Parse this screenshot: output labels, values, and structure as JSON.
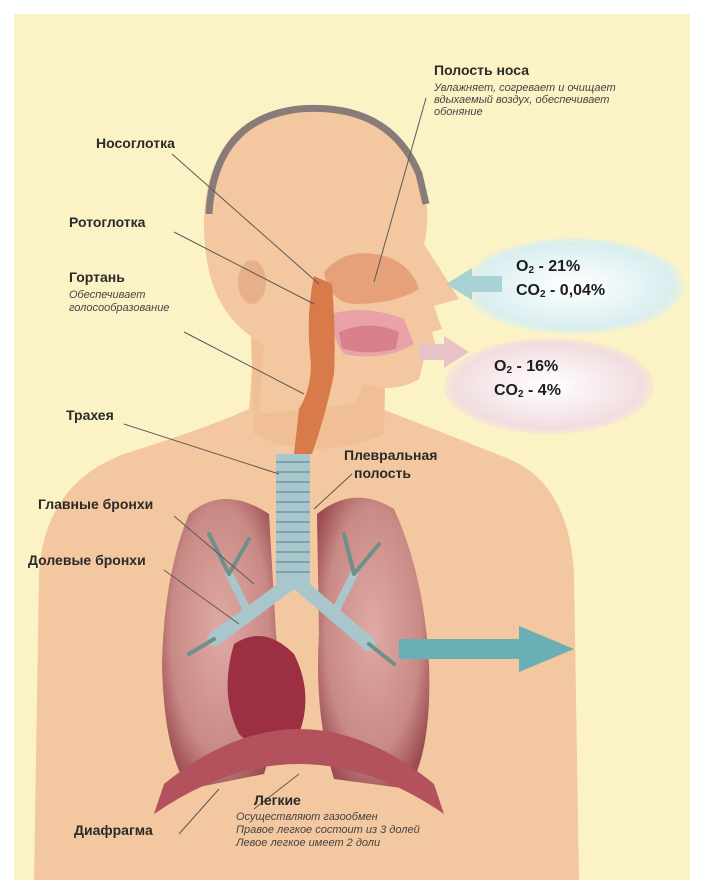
{
  "labels": {
    "nasal_cavity": {
      "title": "Полость носа",
      "desc": [
        "Увлажняет, согревает и очищает",
        "вдыхаемый воздух, обеспечивает",
        "обоняние"
      ]
    },
    "nasopharynx": "Носоглотка",
    "oropharynx": "Ротоглотка",
    "larynx": {
      "title": "Гортань",
      "desc": [
        "Обеспечивает",
        "голосообразование"
      ]
    },
    "trachea": "Трахея",
    "pleural_cavity": [
      "Плевральная",
      "полость"
    ],
    "main_bronchi": "Главные бронхи",
    "lobar_bronchi": "Долевые бронхи",
    "lungs": {
      "title": "Легкие",
      "desc": [
        "Осуществляют газообмен",
        "Правое легкое состоит из 3 долей",
        "Левое легкое имеет 2 доли"
      ]
    },
    "diaphragm": "Диафрагма"
  },
  "inhaled_air": {
    "o2_sym": "O",
    "o2_sub": "2",
    "o2_value": "-  21%",
    "co2_sym": "CO",
    "co2_sub": "2",
    "co2_value": "-  0,04%"
  },
  "exhaled_air": {
    "o2_sym": "O",
    "o2_sub": "2",
    "o2_value": "-  16%",
    "co2_sym": "CO",
    "co2_sub": "2",
    "co2_value": "-  4%"
  },
  "colors": {
    "background": "#fbf3c6",
    "skin": "#f3c79f",
    "lung": "#c98a86",
    "trachea": "#a9c6cc",
    "airway": "#d97a4a",
    "inhale_arrow": "#a8d2d4",
    "exhale_arrow": "#e7c3c8",
    "outflow_arrow": "#6aaeb6"
  }
}
